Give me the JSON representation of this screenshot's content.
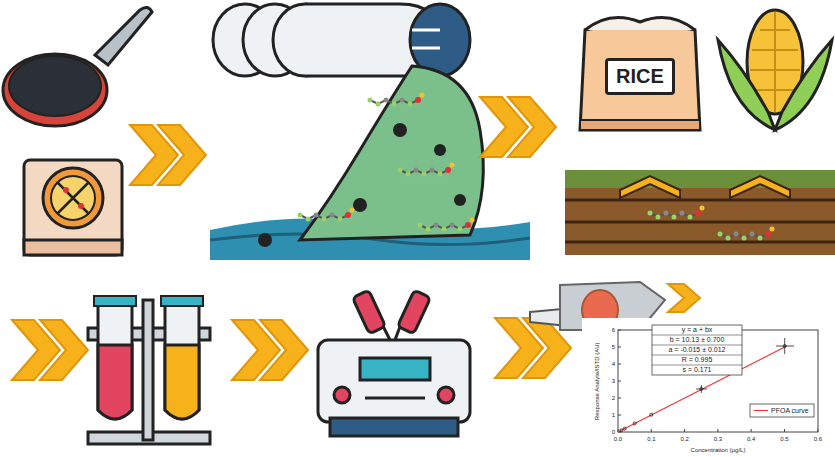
{
  "diagram": {
    "nodes": [
      {
        "text": [
          "RICE"
        ]
      }
    ],
    "labels": [
      "y = a + bx",
      "b = 10.13 ± 0.700",
      "a = -0.015 ± 0.012",
      "R = 0.995",
      "s = 0.171",
      "Response Analyte/ISTD (AU)",
      "Concentration (µg/L)",
      "0",
      "1",
      "2",
      "3",
      "4",
      "5",
      "6",
      "0.0",
      "0.1",
      "0.2",
      "0.3",
      "0.4",
      "0.5",
      "0.6"
    ],
    "legend": [
      {
        "text": "PFOA curve"
      }
    ]
  }
}
